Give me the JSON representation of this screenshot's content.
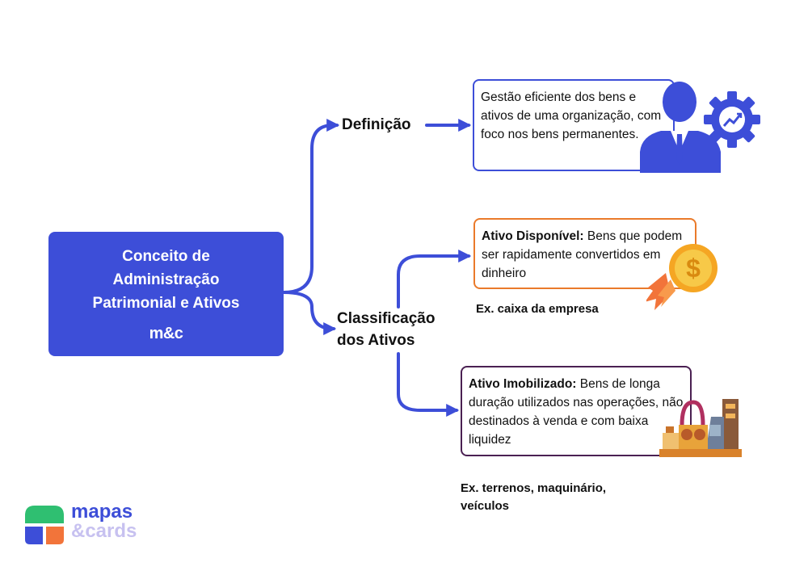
{
  "root": {
    "title": "Conceito de Administração Patrimonial e Ativos",
    "brand": "m&c"
  },
  "branches": {
    "definition": {
      "label": "Definição",
      "text": "Gestão eficiente dos bens e ativos de uma organização, com foco nos bens permanentes."
    },
    "classification": {
      "label": "Classificação dos Ativos",
      "items": [
        {
          "title": "Ativo Disponível:",
          "text": " Bens que podem ser rapidamente convertidos em dinheiro",
          "example": "Ex. caixa da empresa"
        },
        {
          "title": "Ativo Imobilizado:",
          "text": " Bens de longa duração utilizados nas operações, não destinados à venda e com baixa liquidez",
          "example": "Ex. terrenos, maquinário, veículos"
        }
      ]
    }
  },
  "logo": {
    "line1": "mapas",
    "line2": "&cards"
  },
  "icons": [
    "businessman-gear-icon",
    "coin-dollar-icon",
    "factory-machinery-icon",
    "mapas-cards-logo-icon"
  ],
  "colors": {
    "primary": "#3d4ed8",
    "orange": "#ea7a2a",
    "purple": "#4a2052",
    "logo_green": "#2fbf71",
    "logo_light": "#c7c1f0"
  }
}
